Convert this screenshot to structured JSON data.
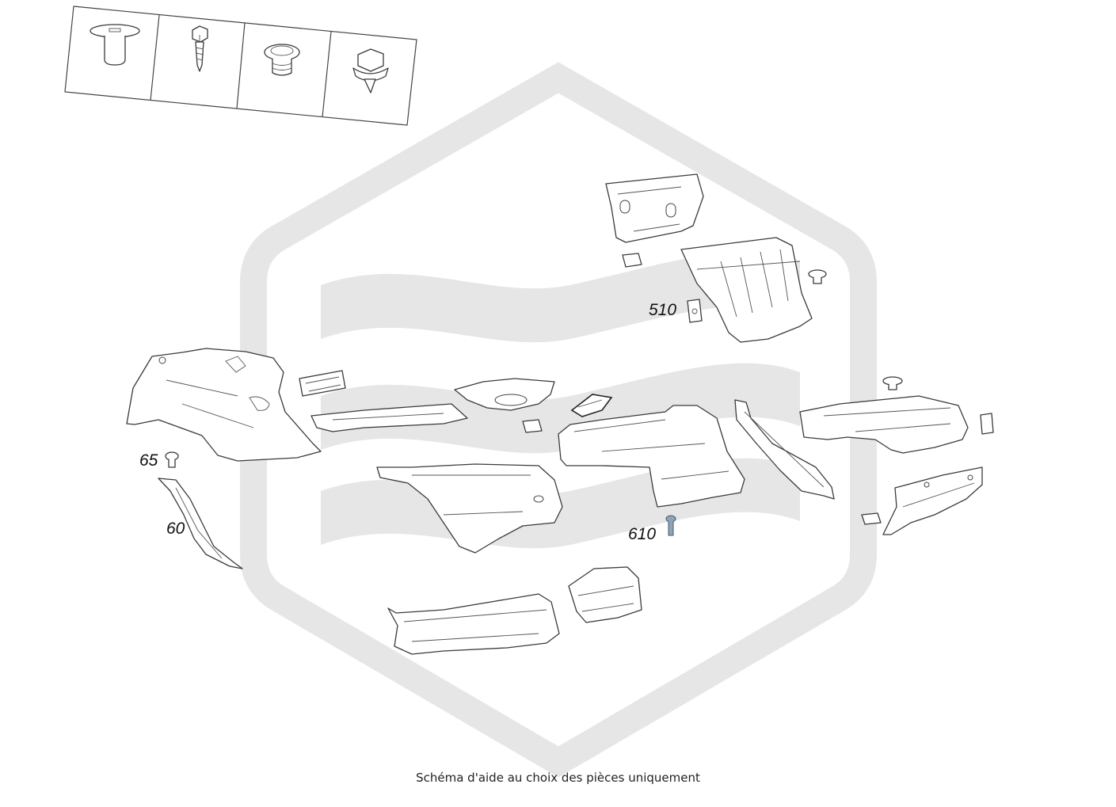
{
  "diagram": {
    "callouts": {
      "c510": "510",
      "c65": "65",
      "c60": "60",
      "c610": "610"
    },
    "caption": "Schéma d'aide au choix des pièces uniquement",
    "legend_icons": [
      "push-rivet-icon",
      "screw-icon",
      "clip-nut-icon",
      "hex-bolt-icon"
    ],
    "colors": {
      "watermark": "#e6e6e6",
      "line": "#3a3a3a",
      "highlight_bolt": "#8fa4b8"
    }
  }
}
